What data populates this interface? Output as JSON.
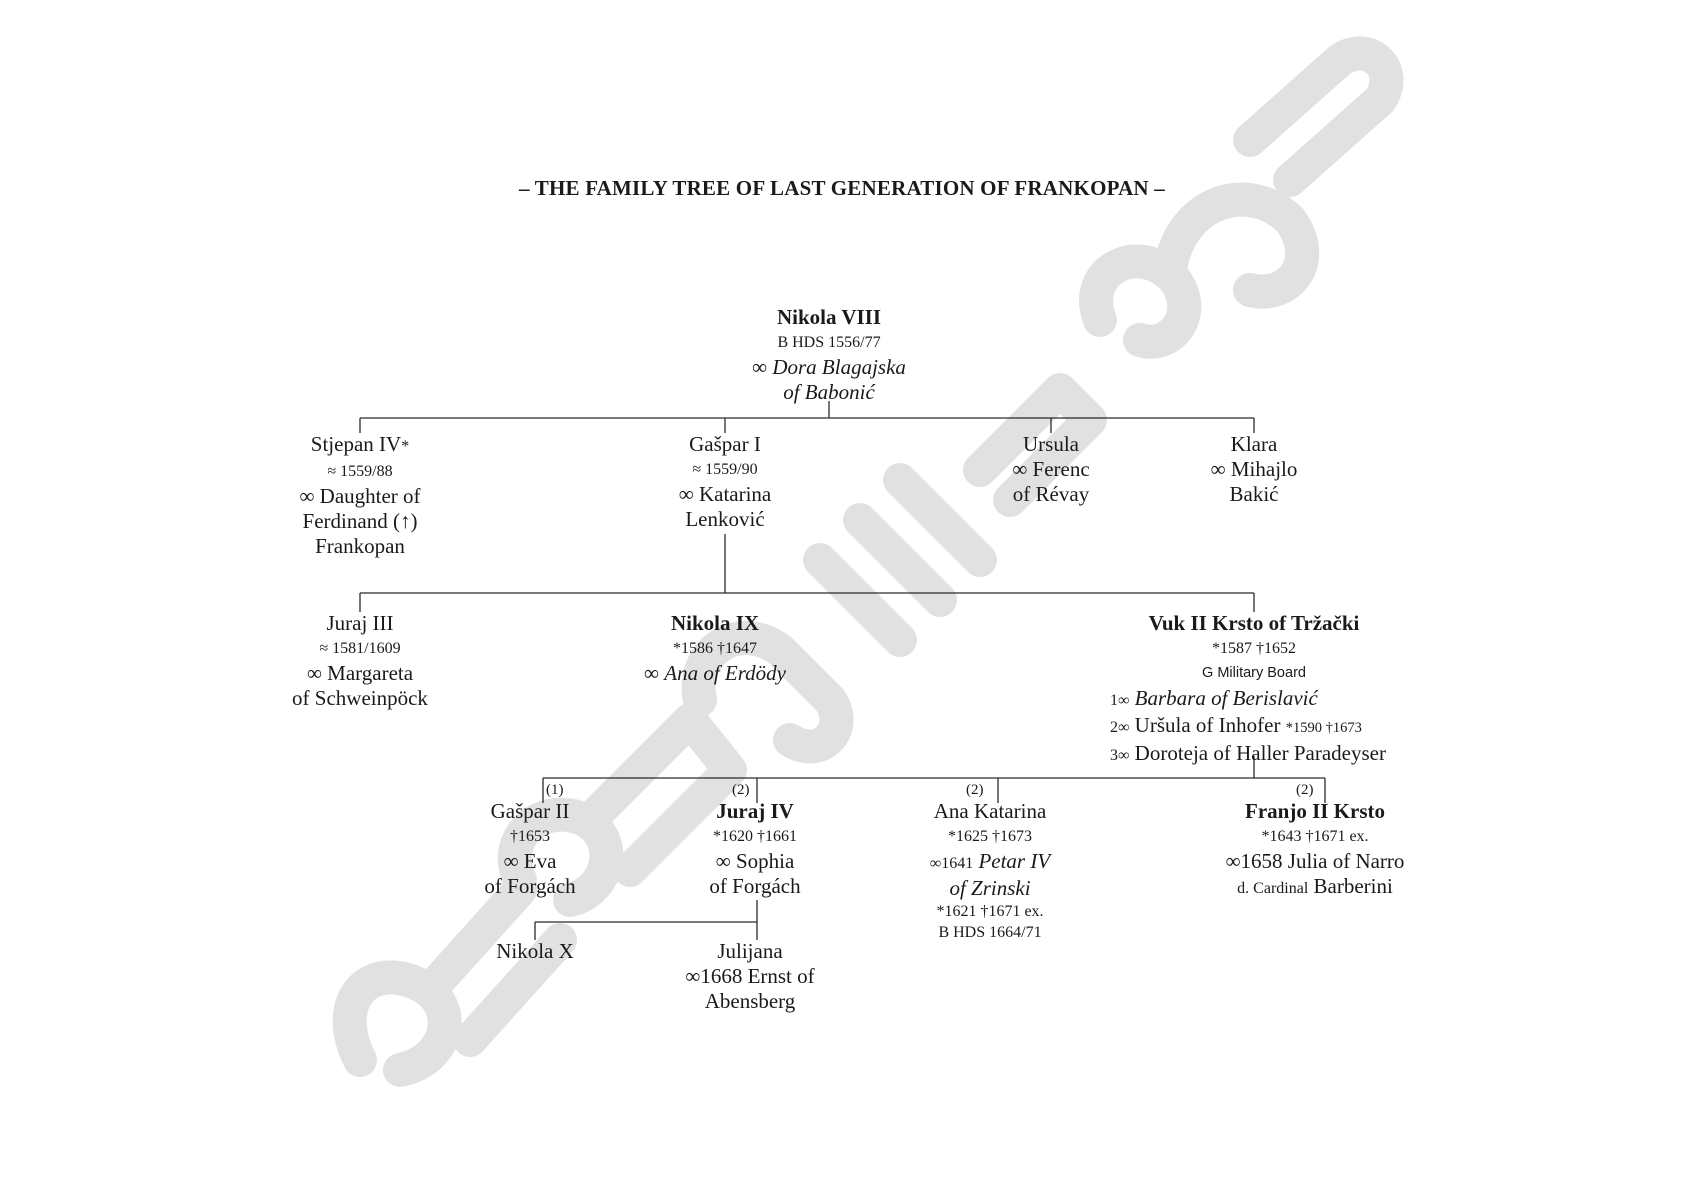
{
  "title": "– THE FAMILY TREE OF LAST GENERATION OF FRANKOPAN –",
  "root": {
    "name": "Nikola VIII",
    "title_line": "B HDS 1556/77",
    "spouse_sym": "∞",
    "spouse": "Dora Blagajska",
    "spouse_2": "of Babonić"
  },
  "gen1": {
    "stjepan": {
      "name": "Stjepan IV",
      "star": "*",
      "years": "≈ 1559/88",
      "spouse": "∞ Daughter of",
      "spouse_2a": "Ferdinand (",
      "arrow": "↑",
      "spouse_2b": ")",
      "spouse_3": "Frankopan"
    },
    "gaspar": {
      "name": "Gašpar I",
      "years": "≈ 1559/90",
      "spouse": "∞ Katarina",
      "spouse_2": "Lenković"
    },
    "ursula": {
      "name": "Ursula",
      "spouse": "∞ Ferenc",
      "spouse_2": "of Révay"
    },
    "klara": {
      "name": "Klara",
      "spouse": "∞ Mihajlo",
      "spouse_2": "Bakić"
    }
  },
  "gen2": {
    "juraj3": {
      "name": "Juraj III",
      "years": "≈ 1581/1609",
      "spouse": "∞ Margareta",
      "spouse_2": "of Schweinpöck"
    },
    "nikola9": {
      "name": "Nikola IX",
      "years": "*1586 †1647",
      "spouse_sym": "∞",
      "spouse": "Ana of Erdödy"
    },
    "vuk": {
      "name": "Vuk II Krsto of Tržački",
      "years": "*1587 †1652",
      "office": "G Military Board",
      "m1_sym": "1∞",
      "m1": "Barbara of Berislavić",
      "m2_sym": "2∞",
      "m2": "Uršula of Inhofer",
      "m2_years": "*1590 †1673",
      "m3_sym": "3∞",
      "m3": "Doroteja of Haller Paradeyser"
    }
  },
  "gen3": {
    "gaspar2": {
      "marker": "(1)",
      "name": "Gašpar II",
      "years": "†1653",
      "spouse": "∞ Eva",
      "spouse_2": "of Forgách"
    },
    "juraj4": {
      "marker": "(2)",
      "name": "Juraj IV",
      "years": "*1620 †1661",
      "spouse": "∞ Sophia",
      "spouse_2": "of Forgách"
    },
    "ana": {
      "marker": "(2)",
      "name": "Ana Katarina",
      "years": "*1625 †1673",
      "spouse_sym": "∞1641",
      "spouse": "Petar IV",
      "spouse_2": "of Zrinski",
      "spouse_years": "*1621 †1671 ex.",
      "spouse_title": "B HDS 1664/71"
    },
    "franjo": {
      "marker": "(2)",
      "name": "Franjo II Krsto",
      "years": "*1643 †1671 ex.",
      "spouse": "∞1658 Julia of Narro",
      "spouse_2a": "d. Cardinal",
      "spouse_2b": "Barberini"
    }
  },
  "gen4": {
    "nikola10": {
      "name": "Nikola X"
    },
    "julijana": {
      "name": "Julijana",
      "spouse": "∞1668 Ernst of",
      "spouse_2": "Abensberg"
    }
  },
  "colors": {
    "text": "#1a1a1a",
    "lines": "#2b2b2b",
    "watermark": "#d9d9d9"
  }
}
